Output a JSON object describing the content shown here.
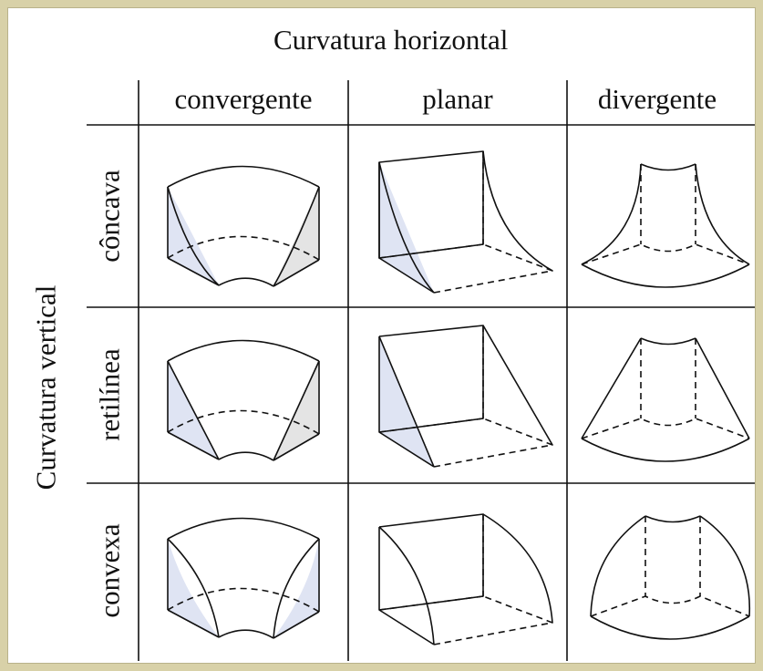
{
  "title_horizontal": "Curvatura horizontal",
  "title_vertical": "Curvatura vertical",
  "columns": [
    "convergente",
    "planar",
    "divergente"
  ],
  "rows": [
    "côncava",
    "retilínea",
    "convexa"
  ],
  "colors": {
    "frame_bg": "#d8d1a8",
    "face_shade": "#dfe4f3",
    "grey_shade": "#e4e4e4",
    "line": "#111111"
  }
}
